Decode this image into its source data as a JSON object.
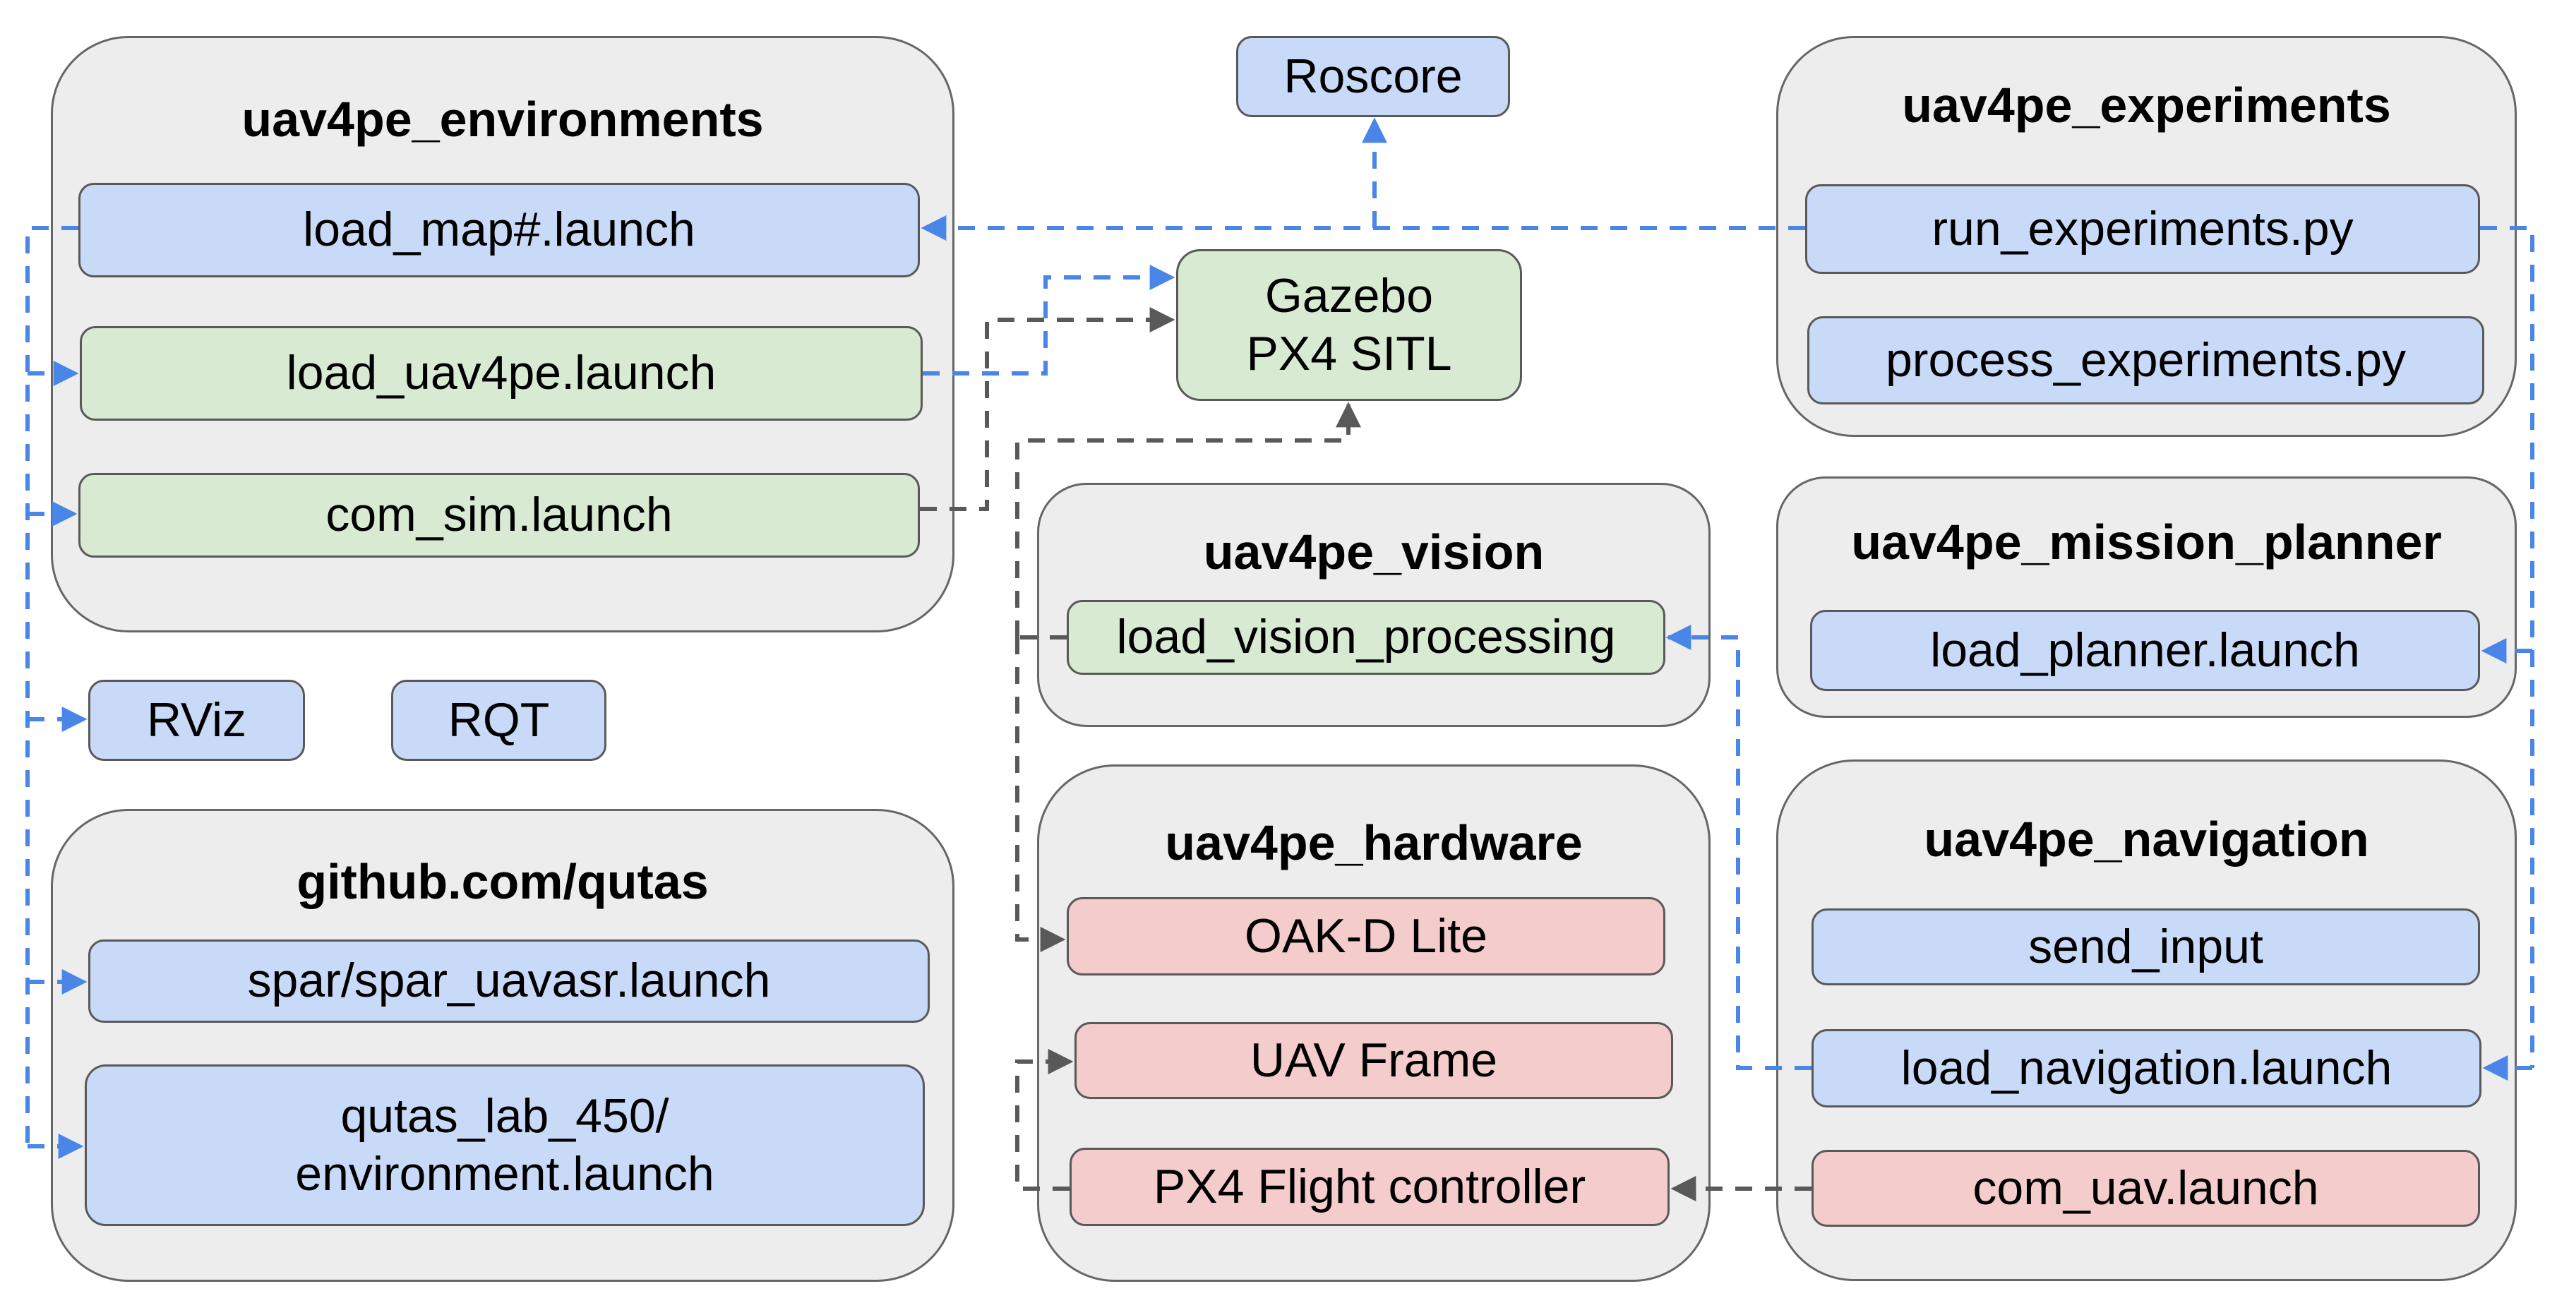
{
  "colors": {
    "group_fill": "#ededed",
    "blue_node": "#c9daf8",
    "green_node": "#d9ead3",
    "pink_node": "#f4cccc",
    "blue_connector": "#4a86e8",
    "gray_connector": "#595959"
  },
  "standalone": {
    "roscore": "Roscore",
    "gazebo": "Gazebo\nPX4 SITL",
    "rviz": "RViz",
    "rqt": "RQT"
  },
  "groups": {
    "environments": {
      "title": "uav4pe_environments",
      "items": [
        "load_map#.launch",
        "load_uav4pe.launch",
        "com_sim.launch"
      ]
    },
    "experiments": {
      "title": "uav4pe_experiments",
      "items": [
        "run_experiments.py",
        "process_experiments.py"
      ]
    },
    "vision": {
      "title": "uav4pe_vision",
      "items": [
        "load_vision_processing"
      ]
    },
    "mission_planner": {
      "title": "uav4pe_mission_planner",
      "items": [
        "load_planner.launch"
      ]
    },
    "qutas": {
      "title": "github.com/qutas",
      "items": [
        "spar/spar_uavasr.launch",
        "qutas_lab_450/\nenvironment.launch"
      ]
    },
    "hardware": {
      "title": "uav4pe_hardware",
      "items": [
        "OAK-D Lite",
        "UAV Frame",
        "PX4 Flight controller"
      ]
    },
    "navigation": {
      "title": "uav4pe_navigation",
      "items": [
        "send_input",
        "load_navigation.launch",
        "com_uav.launch"
      ]
    }
  },
  "connections": [
    {
      "from": "run_experiments.py",
      "to": "load_map#.launch",
      "style": "blue-dashed"
    },
    {
      "from": "run_experiments.py",
      "to": "Roscore",
      "style": "blue-dashed"
    },
    {
      "from": "run_experiments.py",
      "to": "load_planner.launch",
      "style": "blue-dashed"
    },
    {
      "from": "run_experiments.py",
      "to": "load_navigation.launch",
      "style": "blue-dashed"
    },
    {
      "from": "load_map#.launch",
      "to": "load_uav4pe.launch",
      "style": "blue-dashed"
    },
    {
      "from": "load_map#.launch",
      "to": "com_sim.launch",
      "style": "blue-dashed"
    },
    {
      "from": "load_map#.launch",
      "to": "RViz",
      "style": "blue-dashed"
    },
    {
      "from": "load_map#.launch",
      "to": "spar/spar_uavasr.launch",
      "style": "blue-dashed"
    },
    {
      "from": "load_map#.launch",
      "to": "qutas_lab_450/environment.launch",
      "style": "blue-dashed"
    },
    {
      "from": "load_uav4pe.launch",
      "to": "Gazebo PX4 SITL",
      "style": "blue-dashed"
    },
    {
      "from": "com_sim.launch",
      "to": "Gazebo PX4 SITL",
      "style": "gray-dashed"
    },
    {
      "from": "load_vision_processing",
      "to": "Gazebo PX4 SITL",
      "style": "gray-dashed"
    },
    {
      "from": "load_vision_processing",
      "to": "OAK-D Lite",
      "style": "gray-dashed"
    },
    {
      "from": "PX4 Flight controller",
      "to": "UAV Frame",
      "style": "gray-dashed"
    },
    {
      "from": "com_uav.launch",
      "to": "PX4 Flight controller",
      "style": "gray-dashed"
    },
    {
      "from": "load_navigation.launch",
      "to": "load_vision_processing",
      "style": "blue-dashed"
    }
  ]
}
